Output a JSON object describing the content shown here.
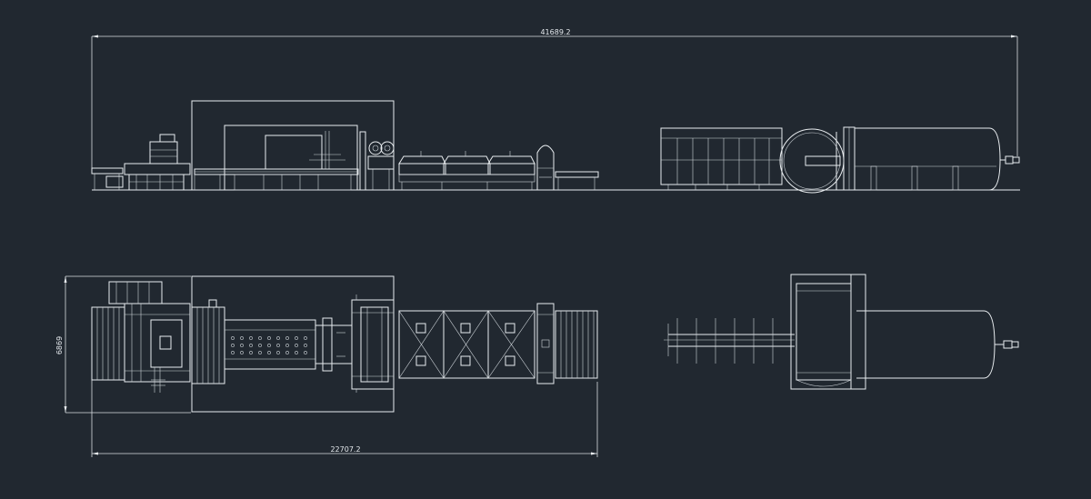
{
  "colors": {
    "background": "#212830",
    "lines": "#e8ecef"
  },
  "dimensions": {
    "overall_length": "41689.2",
    "plan_length": "22707.2",
    "plan_width": "6869"
  }
}
